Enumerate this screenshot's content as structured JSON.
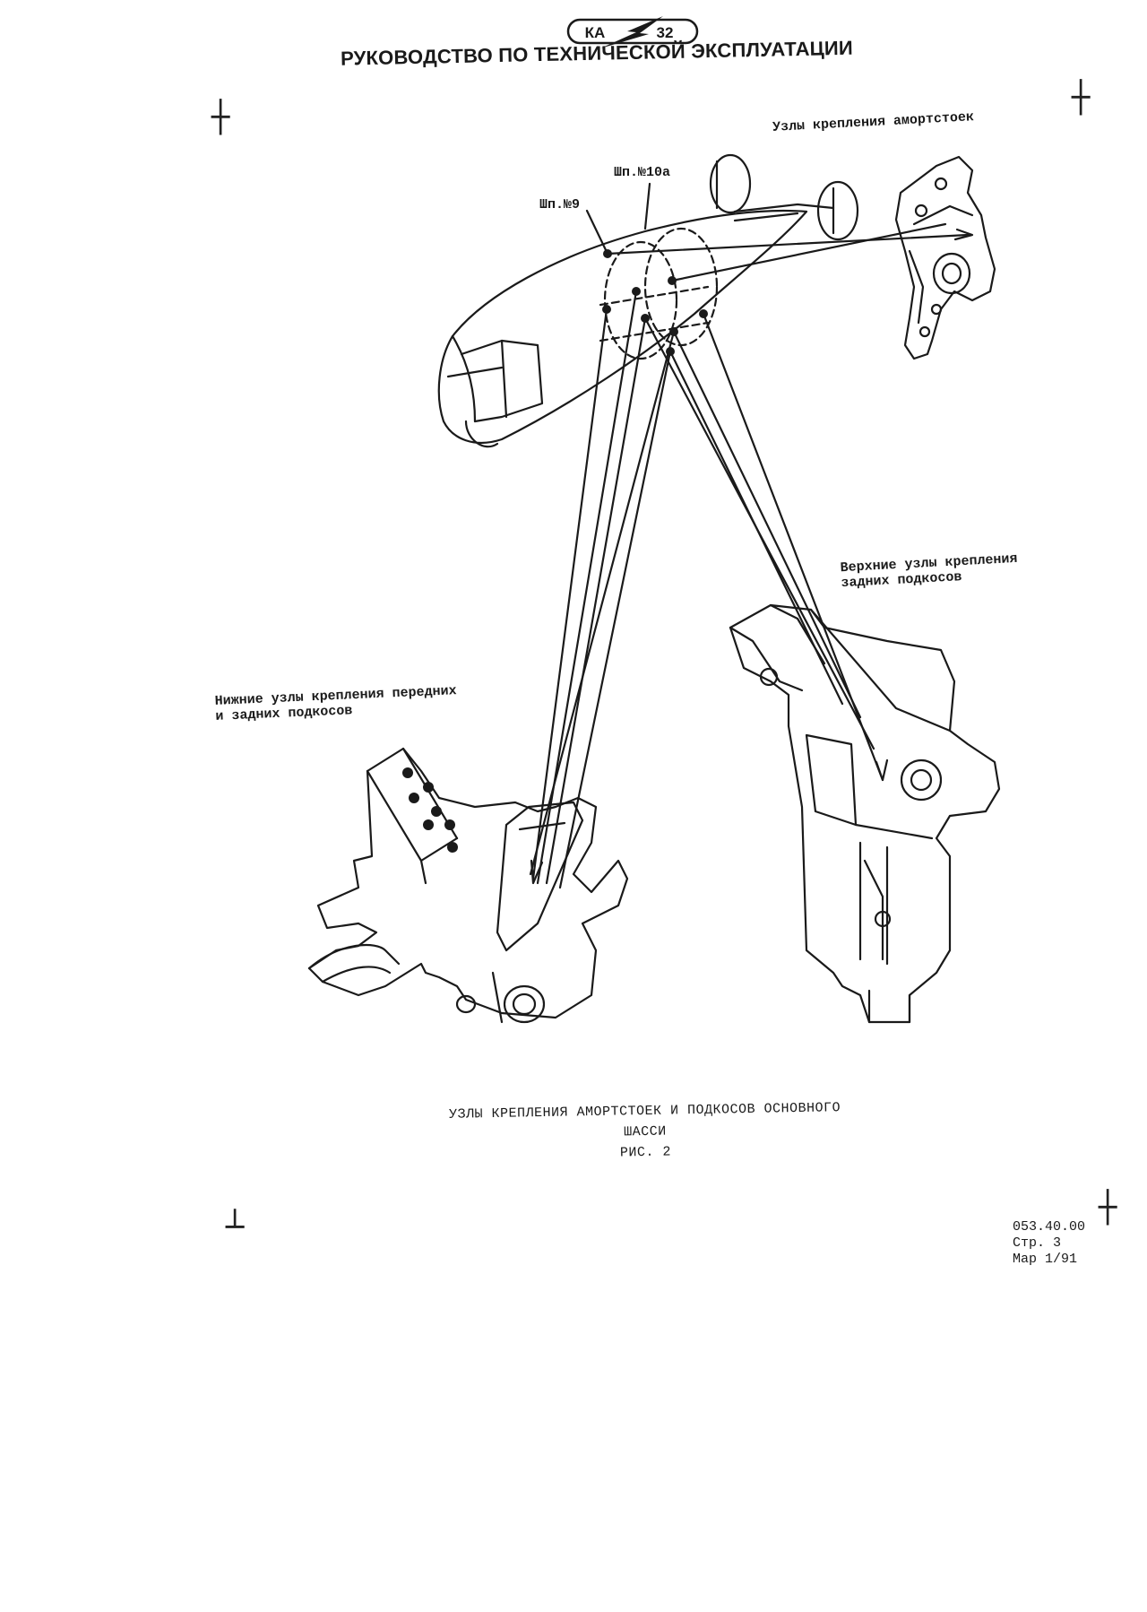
{
  "header": {
    "logo_text_left": "КА",
    "logo_text_right": "32",
    "title": "РУКОВОДСТВО ПО ТЕХНИЧЕСКОЙ ЭКСПЛУАТАЦИИ"
  },
  "labels": {
    "shock_strut_mounts": "Узлы крепления амортстоек",
    "frame_10a": "Шп.№10а",
    "frame_9": "Шп.№9",
    "upper_rear_strut_mounts": [
      "Верхние узлы крепления",
      "задних  подкосов"
    ],
    "lower_strut_mounts": [
      "Нижние узлы крепления передних",
      "и задних подкосов"
    ]
  },
  "caption": {
    "line1": "УЗЛЫ КРЕПЛЕНИЯ АМОРТСТОЕК И ПОДКОСОВ ОСНОВНОГО",
    "line2": "ШАССИ",
    "line3": "РИС. 2"
  },
  "footer": {
    "doc_number": "053.40.00",
    "page": "Стр. 3",
    "date": "Мар 1/91"
  },
  "colors": {
    "ink": "#1a1a1a",
    "paper": "#ffffff"
  }
}
